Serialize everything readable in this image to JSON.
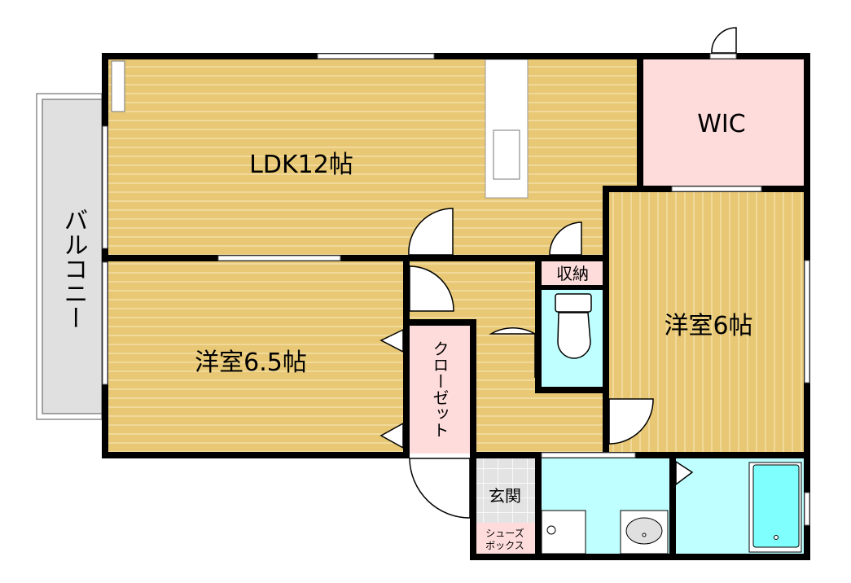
{
  "rooms": {
    "ldk": "LDK12帖",
    "wic": "WIC",
    "western_6": "洋室6帖",
    "western_6_5": "洋室6.5帖",
    "closet": "クローゼット",
    "storage": "収納",
    "entrance": "玄関",
    "shoe_box_line1": "シューズ",
    "shoe_box_line2": "ボックス",
    "balcony": "バルコニー"
  },
  "colors": {
    "floor": "#E8C874",
    "floor_line": "#F3DFA6",
    "pink": "#FFDCDC",
    "wet": "#BFFFFF",
    "tub": "#80FFFF",
    "balcony": "#E0E0E0",
    "wall": "#000000"
  }
}
